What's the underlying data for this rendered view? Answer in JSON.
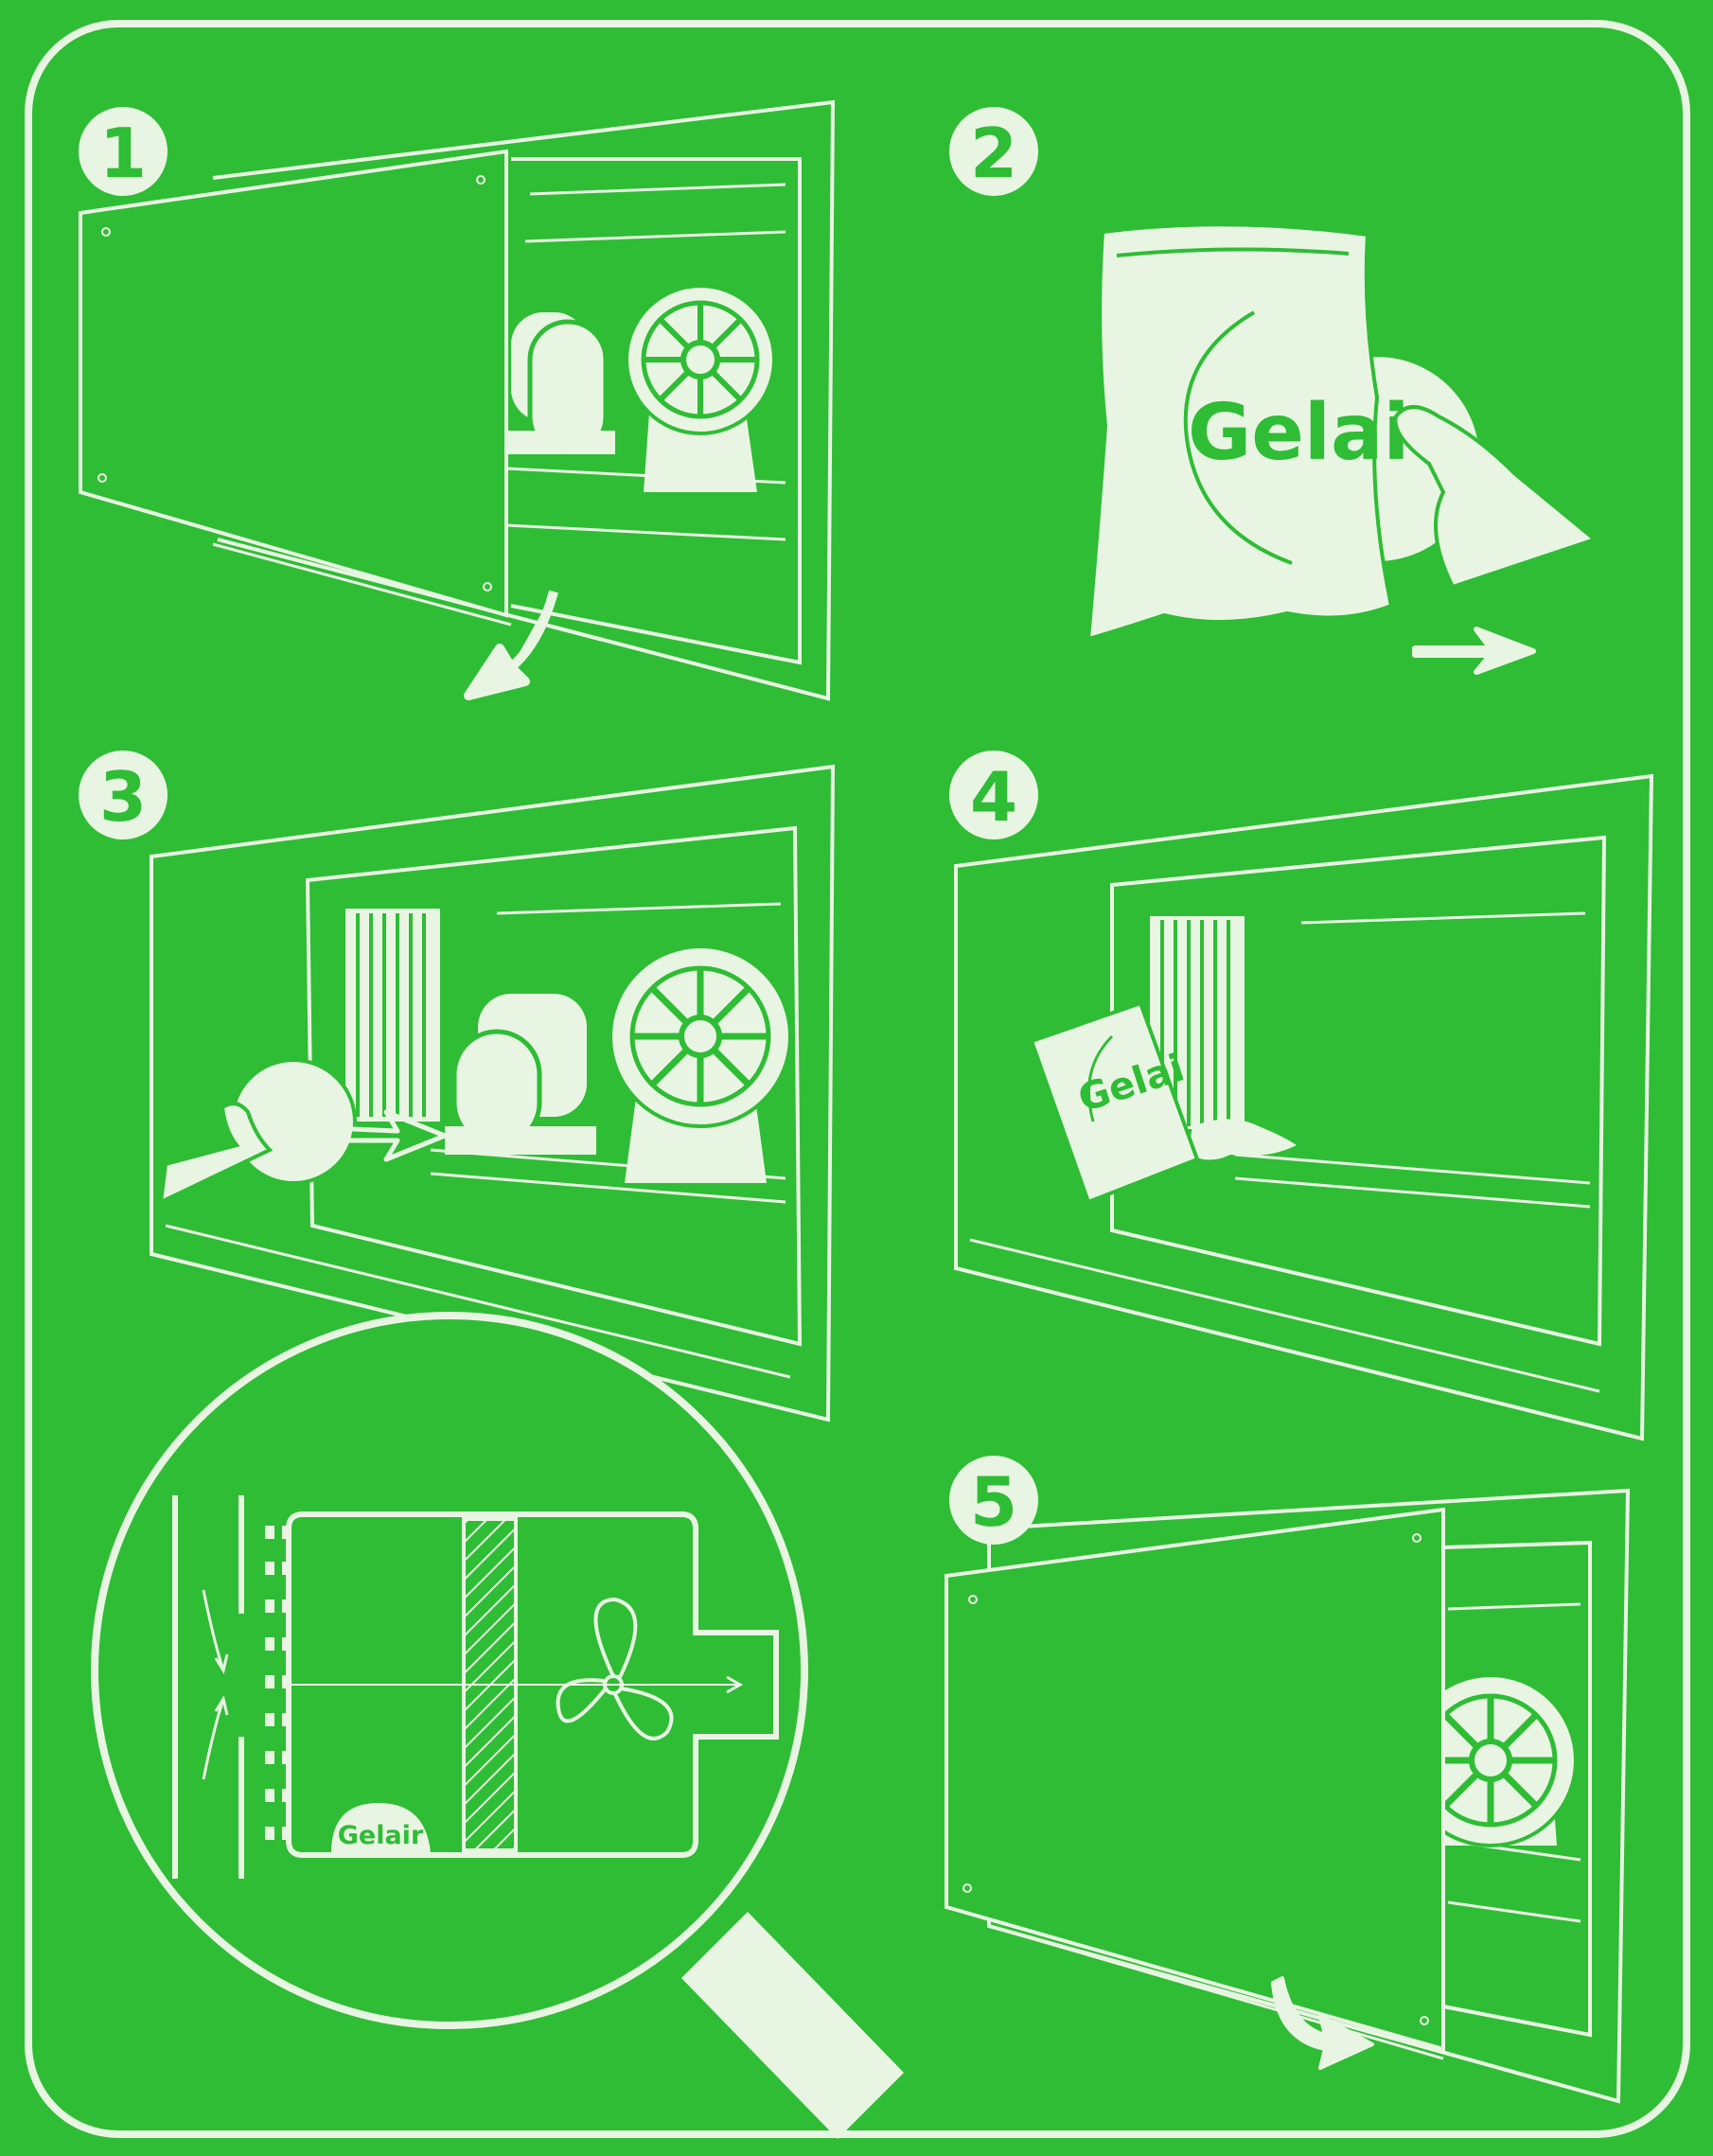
{
  "colors": {
    "background": "#2ebd35",
    "line": "#e9f5e3"
  },
  "steps": [
    {
      "number": "1"
    },
    {
      "number": "2",
      "brand": "Gelai"
    },
    {
      "number": "3"
    },
    {
      "number": "4",
      "brand": "Gelai"
    },
    {
      "number": "5"
    }
  ],
  "zoom": {
    "brand": "Gelair"
  }
}
